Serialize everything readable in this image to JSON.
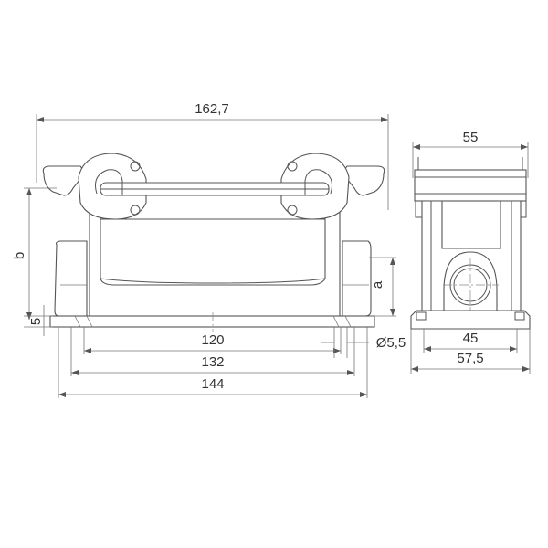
{
  "dimensions": {
    "overall_width": "162,7",
    "front_mount_120": "120",
    "front_mount_132": "132",
    "front_width_144": "144",
    "base_height": "5",
    "height_b": "b",
    "height_a": "a",
    "side_top_width": "55",
    "side_mount_45": "45",
    "side_base_width": "57,5",
    "hole_diameter": "Ø5,5"
  }
}
